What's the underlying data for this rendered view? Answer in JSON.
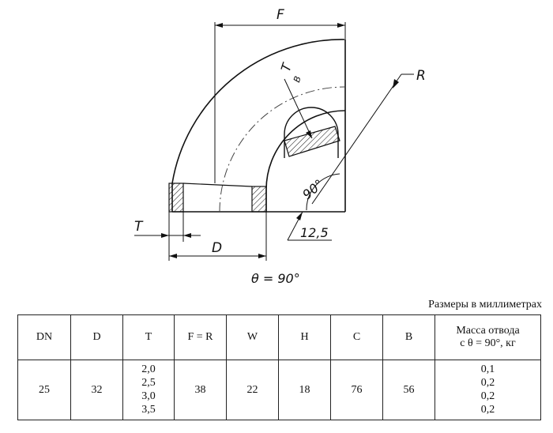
{
  "drawing": {
    "label_F": "F",
    "label_R": "R",
    "label_T_B": "T",
    "label_T_B_sub": "B",
    "label_angle": "90°",
    "label_T": "T",
    "label_D": "D",
    "label_12_5": "12,5",
    "caption": "θ = 90°"
  },
  "units_note": "Размеры в миллиметрах",
  "table": {
    "headers": {
      "dn": "DN",
      "d": "D",
      "t": "T",
      "fr": "F = R",
      "w": "W",
      "h": "H",
      "c": "C",
      "b": "B",
      "mass_line1": "Масса отвода",
      "mass_line2": "с θ =  90°, кг"
    },
    "row": {
      "dn": "25",
      "d": "32",
      "t": [
        "2,0",
        "2,5",
        "3,0",
        "3,5"
      ],
      "fr": "38",
      "w": "22",
      "h": "18",
      "c": "76",
      "b": "56",
      "mass": [
        "0,1",
        "0,2",
        "0,2",
        "0,2"
      ]
    }
  }
}
